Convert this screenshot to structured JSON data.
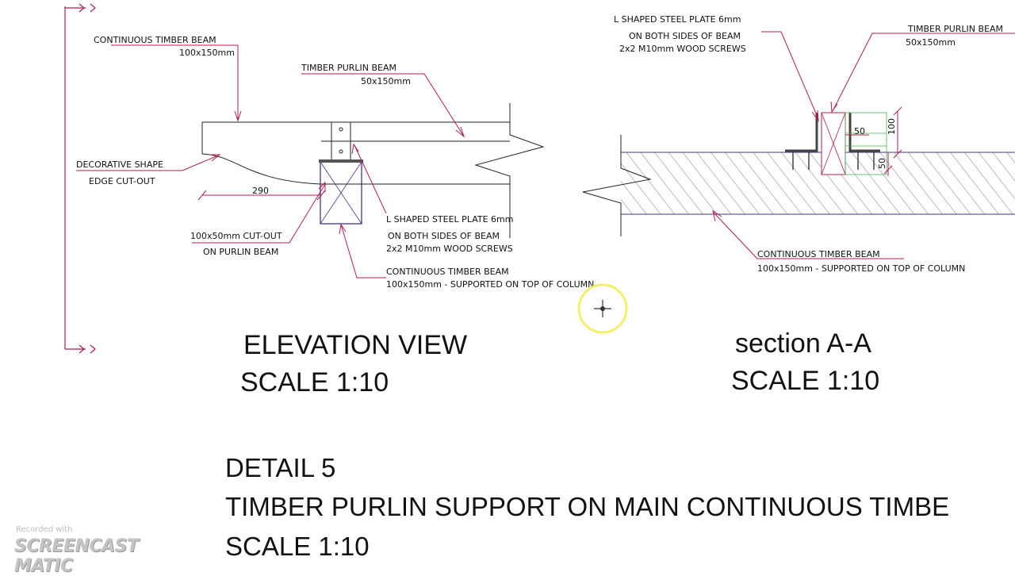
{
  "elevation": {
    "labels": {
      "continuous_beam": "CONTINUOUS TIMBER BEAM",
      "continuous_beam_size": "100x150mm",
      "purlin_beam": "TIMBER PURLIN BEAM",
      "purlin_beam_size": "50x150mm",
      "decorative_shape": "DECORATIVE SHAPE",
      "edge_cutout": "EDGE CUT-OUT",
      "dimension_290": "290",
      "cutout": "100x50mm CUT-OUT",
      "cutout_location": "ON PURLIN BEAM",
      "steel_plate": "L SHAPED STEEL PLATE 6mm",
      "steel_plate_sides": "ON BOTH SIDES OF BEAM",
      "steel_plate_screws": "2x2 M10mm WOOD SCREWS",
      "support_beam": "CONTINUOUS TIMBER BEAM",
      "support_beam_note": "100x150mm - SUPPORTED ON TOP OF COLUMN"
    },
    "title": "ELEVATION VIEW",
    "scale": "SCALE 1:10"
  },
  "section": {
    "labels": {
      "steel_plate": "L SHAPED STEEL PLATE 6mm",
      "steel_plate_sides": "ON BOTH SIDES OF BEAM",
      "steel_plate_screws": "2x2 M10mm WOOD SCREWS",
      "purlin_beam": "TIMBER PURLIN BEAM",
      "purlin_beam_size": "50x150mm",
      "dim_50": "50",
      "dim_100": "100",
      "dim_50_vertical": "50",
      "continuous_beam": "CONTINUOUS TIMBER BEAM",
      "continuous_beam_note": "100x150mm - SUPPORTED ON TOP OF COLUMN"
    },
    "title": "section A-A",
    "scale": "SCALE 1:10"
  },
  "detail": {
    "number": "DETAIL 5",
    "title": "TIMBER PURLIN SUPPORT ON MAIN CONTINUOUS TIMBE",
    "scale": "SCALE 1:10"
  },
  "watermark": {
    "recorded_with": "Recorded with",
    "brand": "SCREENCAST MATIC"
  },
  "colors": {
    "leader": "#b01e4a",
    "outline": "#222222",
    "hatch": "#5a55a0",
    "dimension_green": "#4caf50",
    "cursor_ring": "#f4ef6a"
  }
}
